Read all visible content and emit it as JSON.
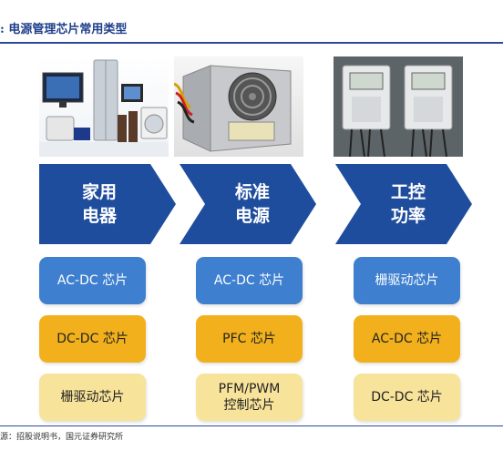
{
  "title": ": 电源管理芯片常用类型",
  "columns": [
    {
      "header": "家用\n电器",
      "image_icon": "home-appliances-icon",
      "chips": [
        {
          "label": "AC-DC 芯片",
          "style": "blue"
        },
        {
          "label": "DC-DC 芯片",
          "style": "orange"
        },
        {
          "label": "栅驱动芯片",
          "style": "yellow"
        }
      ]
    },
    {
      "header": "标准\n电源",
      "image_icon": "power-supply-icon",
      "chips": [
        {
          "label": "AC-DC 芯片",
          "style": "blue"
        },
        {
          "label": "PFC 芯片",
          "style": "orange"
        },
        {
          "label": "PFM/PWM\n控制芯片",
          "style": "yellow"
        }
      ]
    },
    {
      "header": "工控\n功率",
      "image_icon": "electric-meter-icon",
      "chips": [
        {
          "label": "栅驱动芯片",
          "style": "blue"
        },
        {
          "label": "AC-DC 芯片",
          "style": "orange"
        },
        {
          "label": "DC-DC 芯片",
          "style": "yellow"
        }
      ]
    }
  ],
  "source": "源：招股说明书，国元证券研究所",
  "colors": {
    "arrow_blue": "#1f4d9e",
    "chip_blue": "#3e7fcf",
    "chip_orange": "#f2b11c",
    "chip_yellow": "#f8e39a",
    "title_blue": "#1f3f8a"
  }
}
